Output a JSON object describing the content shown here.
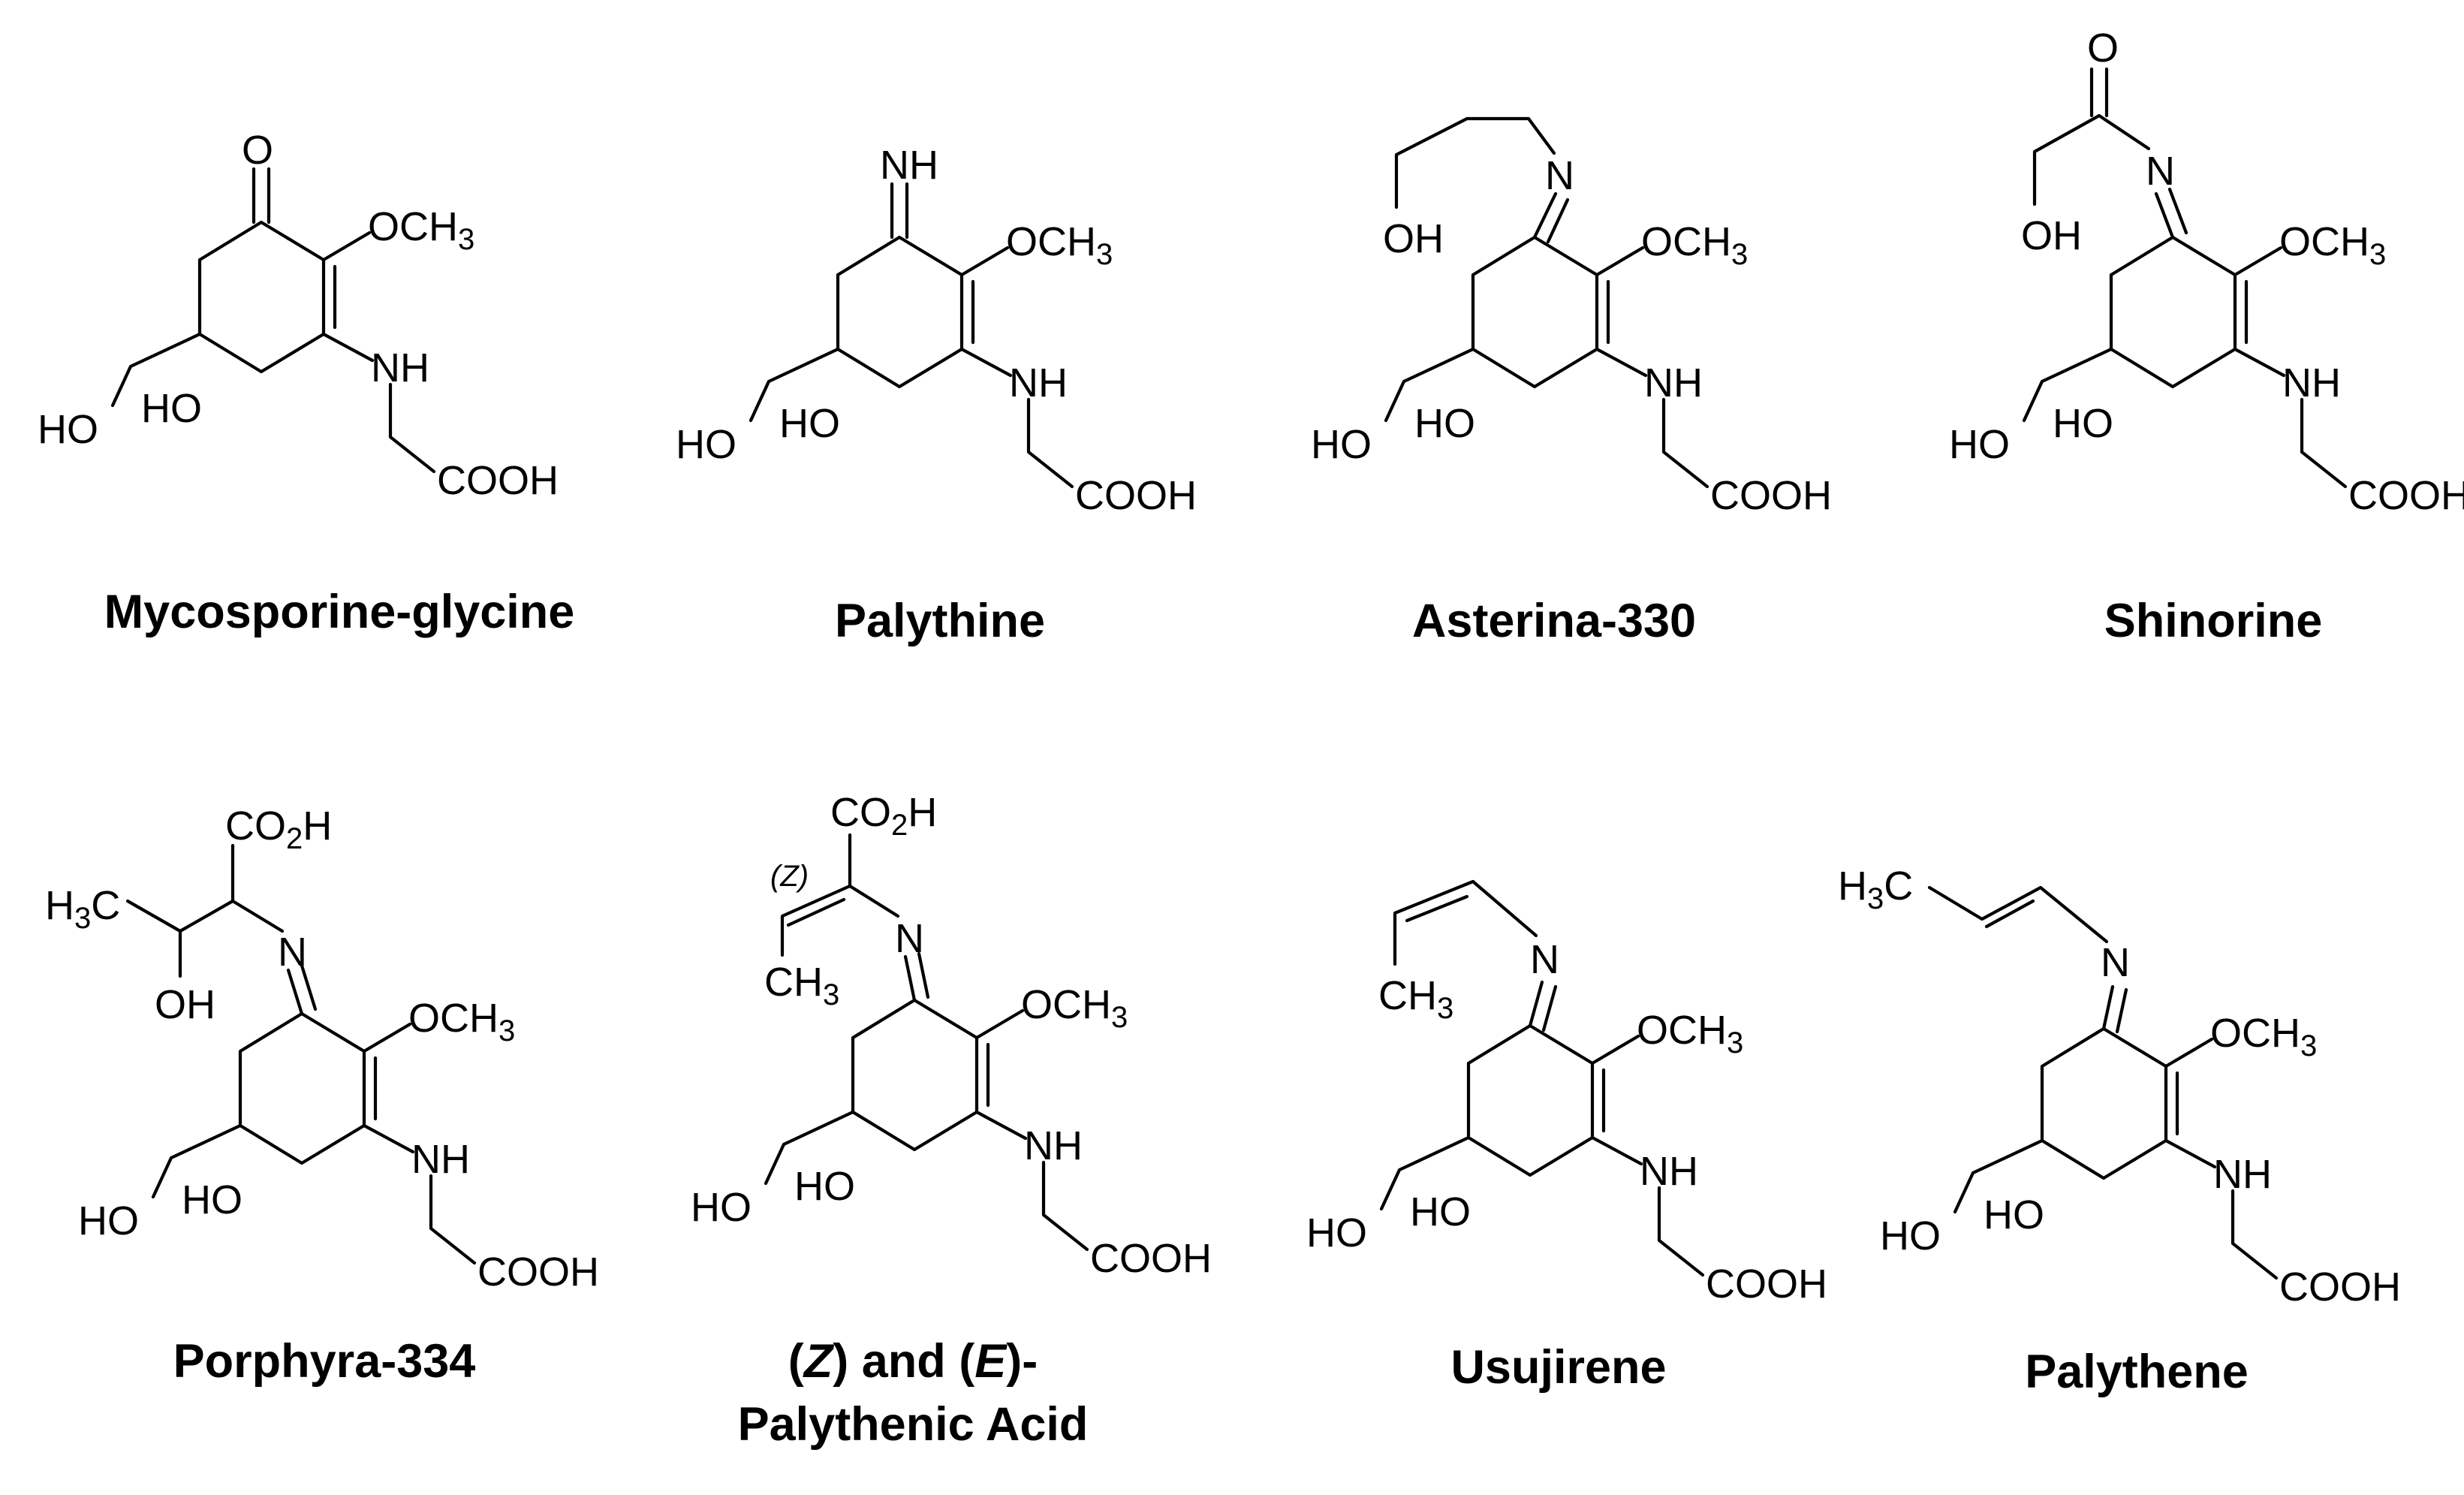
{
  "compounds": [
    {
      "name_line1": "Mycosporine-glycine",
      "atoms": {
        "oxo": "O",
        "ome": "OCH",
        "ome_sub": "3",
        "nh": "NH",
        "ho_left": "HO",
        "ho_ring": "HO",
        "cooh": "COOH"
      }
    },
    {
      "name_line1": "Palythine",
      "atoms": {
        "imine": "NH",
        "ome": "OCH",
        "ome_sub": "3",
        "nh": "NH",
        "ho_left": "HO",
        "ho_ring": "HO",
        "cooh": "COOH"
      }
    },
    {
      "name_line1": "Asterina-330",
      "atoms": {
        "n": "N",
        "oh": "OH",
        "ome": "OCH",
        "ome_sub": "3",
        "nh": "NH",
        "ho_left": "HO",
        "ho_ring": "HO",
        "cooh": "COOH"
      }
    },
    {
      "name_line1": "Shinorine",
      "atoms": {
        "o_top": "O",
        "n": "N",
        "oh": "OH",
        "ome": "OCH",
        "ome_sub": "3",
        "nh": "NH",
        "ho_left": "HO",
        "ho_ring": "HO",
        "cooh": "COOH"
      }
    },
    {
      "name_line1": "Porphyra-334",
      "atoms": {
        "co2h_a": "CO",
        "co2h_sub": "2",
        "co2h_b": "H",
        "h3c_a": "H",
        "h3c_sub": "3",
        "h3c_b": "C",
        "oh": "OH",
        "n": "N",
        "ome": "OCH",
        "ome_sub": "3",
        "nh": "NH",
        "ho_left": "HO",
        "ho_ring": "HO",
        "cooh": "COOH"
      }
    },
    {
      "name_paren_open": "(",
      "name_z": "Z",
      "name_mid": ") and (",
      "name_e": "E",
      "name_end": ")-",
      "name_line2": "Palythenic Acid",
      "atoms": {
        "co2h_a": "CO",
        "co2h_sub": "2",
        "co2h_b": "H",
        "stereo": "(Z)",
        "n": "N",
        "ch3_a": "CH",
        "ch3_sub": "3",
        "ome": "OCH",
        "ome_sub": "3",
        "nh": "NH",
        "ho_left": "HO",
        "ho_ring": "HO",
        "cooh": "COOH"
      }
    },
    {
      "name_line1": "Usujirene",
      "atoms": {
        "n": "N",
        "ch3_a": "CH",
        "ch3_sub": "3",
        "ome": "OCH",
        "ome_sub": "3",
        "nh": "NH",
        "ho_left": "HO",
        "ho_ring": "HO",
        "cooh": "COOH"
      }
    },
    {
      "name_line1": "Palythene",
      "atoms": {
        "h3c_a": "H",
        "h3c_sub": "3",
        "h3c_b": "C",
        "n": "N",
        "ome": "OCH",
        "ome_sub": "3",
        "nh": "NH",
        "ho_left": "HO",
        "ho_ring": "HO",
        "cooh": "COOH"
      }
    }
  ]
}
